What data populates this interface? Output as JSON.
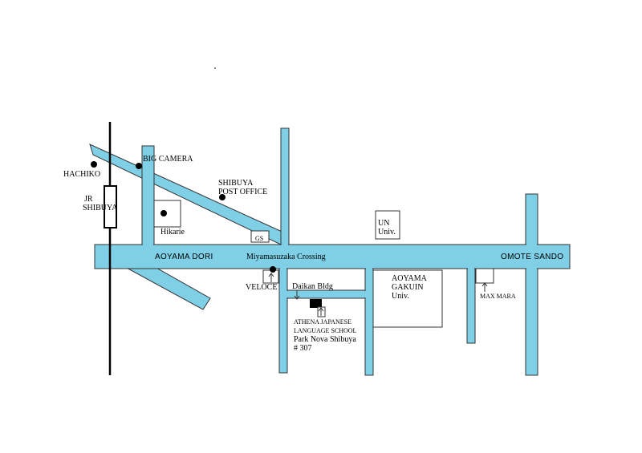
{
  "colors": {
    "road": "#7fd0e6",
    "rail": "#000000",
    "outline": "#333333"
  },
  "landmarks": {
    "hachiko": "HACHIKO",
    "jr_line1": "JR",
    "jr_line2": "SHIBUYA",
    "big_camera": "BIG CAMERA",
    "post_office_line1": "SHIBUYA",
    "post_office_line2": "POST OFFICE",
    "hikarie": "Hikarie",
    "gs": "GS",
    "un_line1": "UN",
    "un_line2": "Univ.",
    "veloce": "VELOCE",
    "daikan": "Daikan Bldg",
    "aoyama_gakuin_line1": "AOYAMA",
    "aoyama_gakuin_line2": "GAKUIN",
    "aoyama_gakuin_line3": "Univ.",
    "max_mara": "MAX MARA",
    "athena_line1": "ATHENA JAPANESE",
    "athena_line2": "LANGUAGE SCHOOL",
    "athena_line3": "Park Nova Shibuya",
    "athena_line4": "# 307"
  },
  "roads": {
    "aoyama_dori": "AOYAMA DORI",
    "miyamasuzaka": "Miyamasuzaka Crossing",
    "omote_sando": "OMOTE SANDO"
  }
}
